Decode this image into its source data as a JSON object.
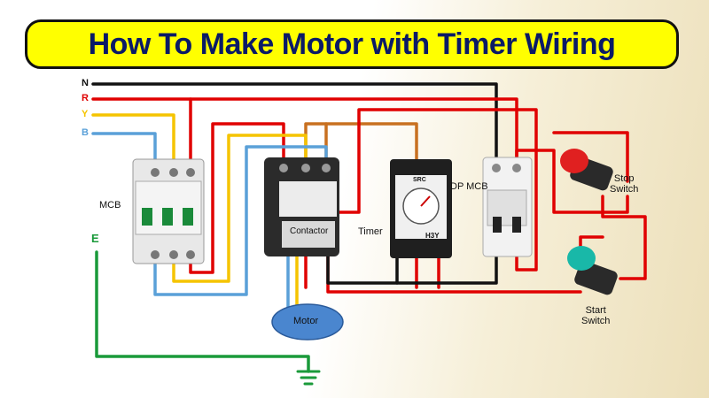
{
  "title": "How To Make Motor with Timer Wiring",
  "lines": {
    "n": "N",
    "r": "R",
    "y": "Y",
    "b": "B",
    "e": "E"
  },
  "labels": {
    "mcb": "MCB",
    "contactor": "Contactor",
    "timer": "Timer",
    "dp_mcb": "DP MCB",
    "motor": "Motor",
    "stop_switch": "Stop\nSwitch",
    "start_switch": "Start\nSwitch"
  },
  "device_marks": {
    "timer_brand": "SRC",
    "timer_model": "H3Y"
  },
  "colors": {
    "title_bg": "#ffff00",
    "title_text": "#0a1a66",
    "neutral": "#111111",
    "red_phase": "#e00000",
    "yellow_phase": "#f5c400",
    "blue_phase": "#5aa0d8",
    "earth": "#1a9a3a",
    "timer_wire": "#c87020",
    "motor_fill": "#4a86cf",
    "stop_button": "#e02020",
    "start_button": "#19b8a8"
  }
}
